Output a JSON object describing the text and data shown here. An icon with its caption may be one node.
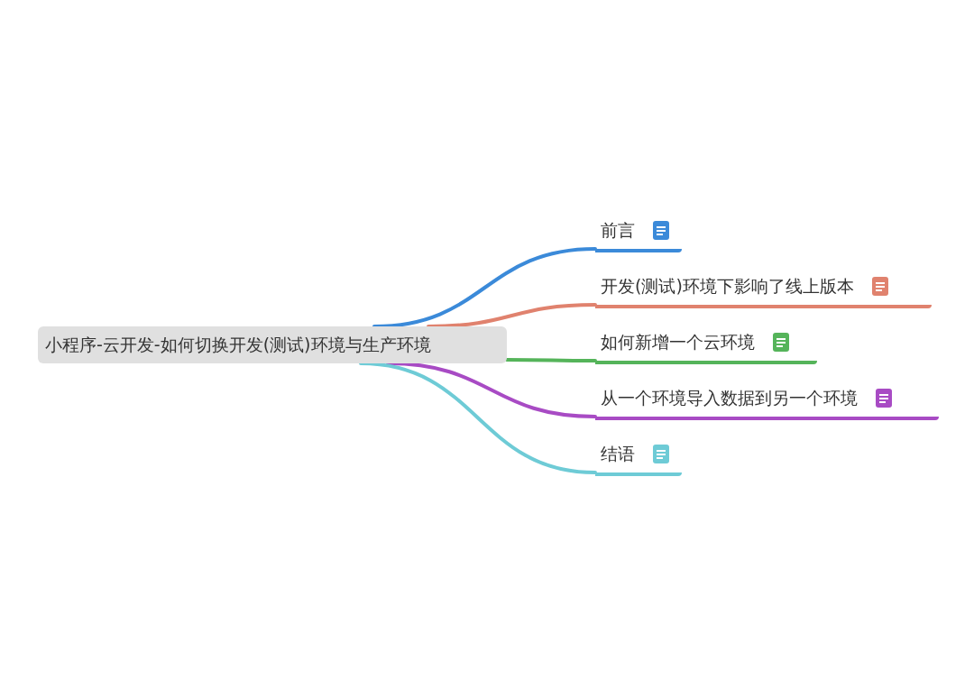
{
  "diagram": {
    "nodes": [
      {
        "text": [
          "小程序-云开发-如何切换开发(测试)环境与生产环境"
        ]
      },
      {
        "text": [
          "前言"
        ]
      },
      {
        "text": [
          "开发(测试)环境下影响了线上版本"
        ]
      },
      {
        "text": [
          "如何新增一个云环境"
        ]
      },
      {
        "text": [
          "从一个环境导入数据到另一个环境"
        ]
      },
      {
        "text": [
          "结语"
        ]
      }
    ],
    "edges": [
      {
        "from": 0,
        "to": 1,
        "arrow": "none",
        "color": "#3b8ad9"
      },
      {
        "from": 0,
        "to": 2,
        "arrow": "none",
        "color": "#e0826e"
      },
      {
        "from": 0,
        "to": 3,
        "arrow": "none",
        "color": "#55b45a"
      },
      {
        "from": 0,
        "to": 4,
        "arrow": "none",
        "color": "#a84bc4"
      },
      {
        "from": 0,
        "to": 5,
        "arrow": "none",
        "color": "#6ecbd6"
      }
    ]
  }
}
